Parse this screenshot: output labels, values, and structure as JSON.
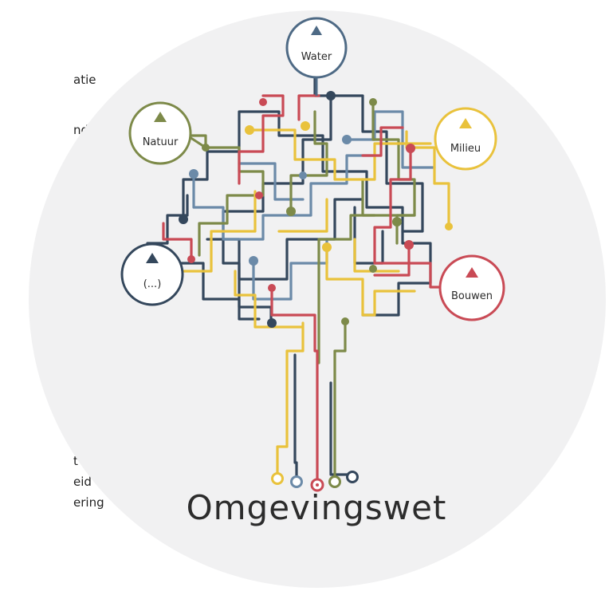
{
  "side_text": {
    "fragment_1": "atie",
    "fragment_2": "nde",
    "fragment_3": "t",
    "fragment_4": "eid",
    "fragment_5": "ering"
  },
  "title": "Omgevingswet",
  "nodes": {
    "water": {
      "label": "Water",
      "color": "#4e6a85"
    },
    "natuur": {
      "label": "Natuur",
      "color": "#7d8a49"
    },
    "milieu": {
      "label": "Milieu",
      "color": "#e9c23c"
    },
    "bouwen": {
      "label": "Bouwen",
      "color": "#c94a55"
    },
    "other": {
      "label": "(...)",
      "color": "#34475c"
    }
  },
  "colors": {
    "background_disc": "#f1f1f2",
    "navy": "#34475c",
    "steel": "#6b8aa8",
    "olive": "#7d8a49",
    "yellow": "#e9c23c",
    "red": "#c94a55"
  }
}
